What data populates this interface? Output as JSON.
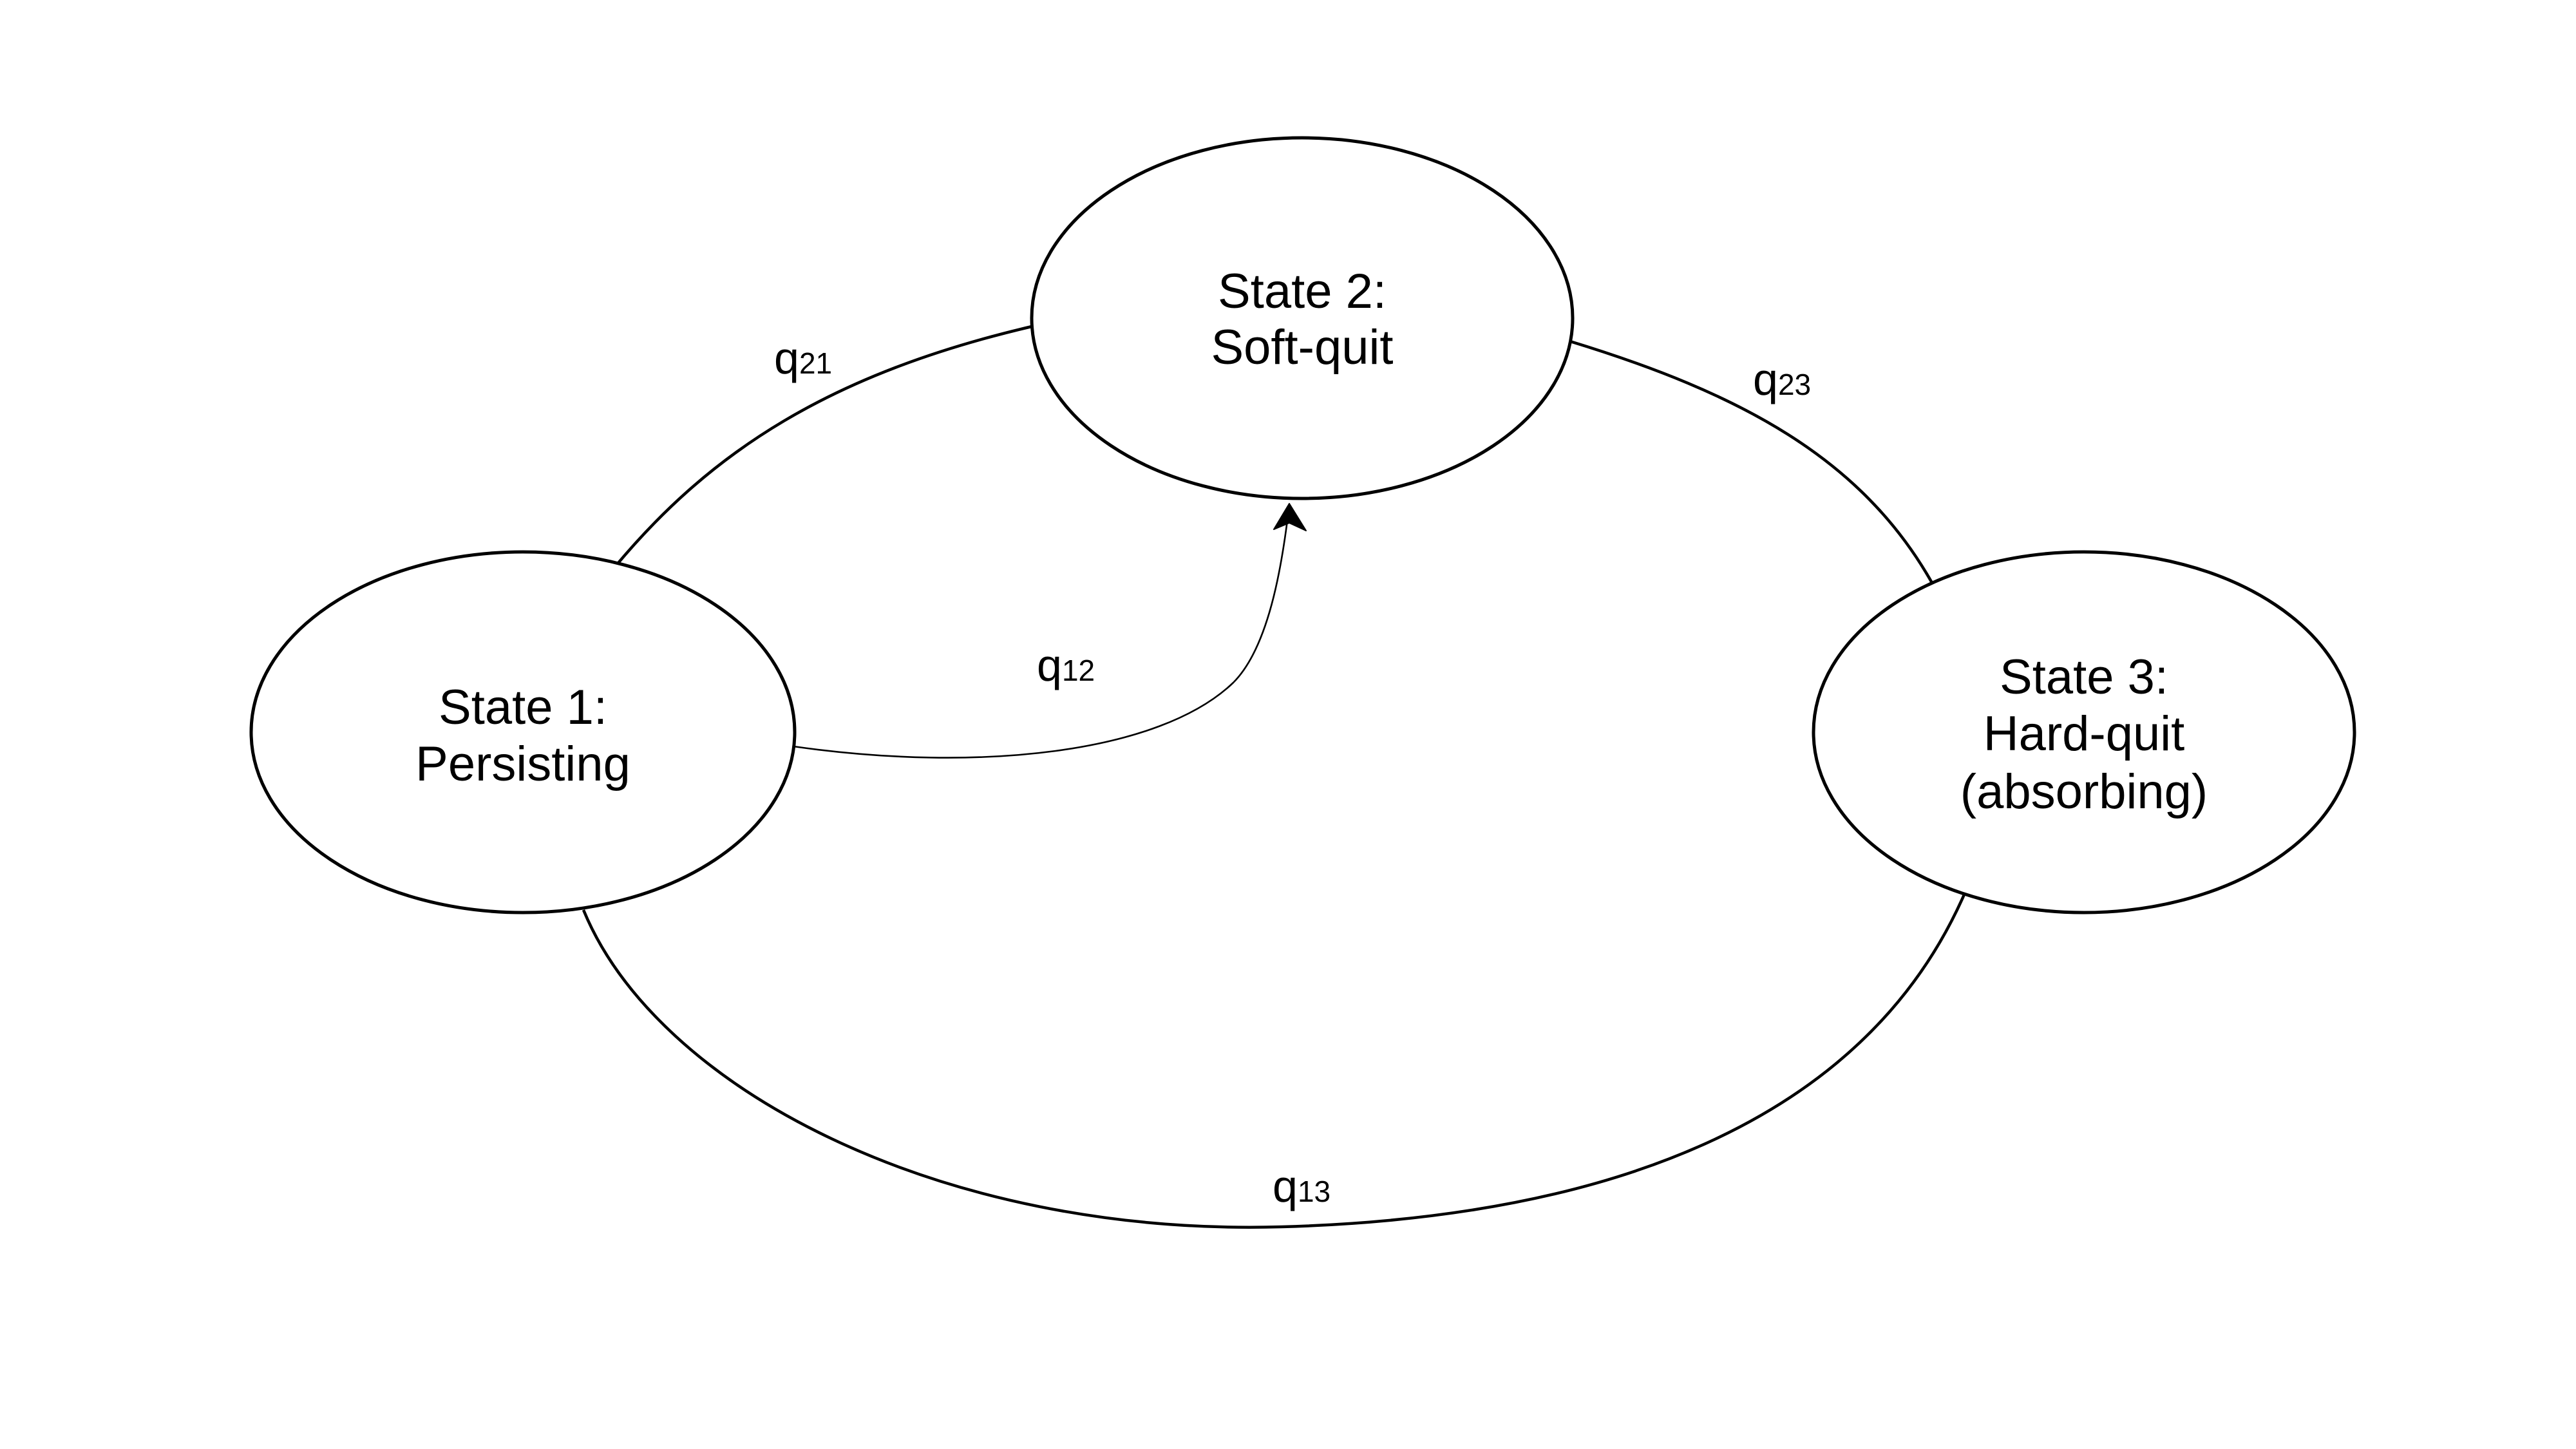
{
  "nodes": {
    "state1": {
      "line1": "State 1:",
      "line2": "Persisting"
    },
    "state2": {
      "line1": "State 2:",
      "line2": "Soft-quit"
    },
    "state3": {
      "line1": "State 3:",
      "line2": "Hard-quit",
      "line3": "(absorbing)"
    }
  },
  "edges": {
    "q21": {
      "symbol": "q",
      "subscript": "21",
      "from": "State 2",
      "to": "State 1"
    },
    "q23": {
      "symbol": "q",
      "subscript": "23",
      "from": "State 2",
      "to": "State 3"
    },
    "q12": {
      "symbol": "q",
      "subscript": "12",
      "from": "State 1",
      "to": "State 2",
      "arrow": true
    },
    "q13": {
      "symbol": "q",
      "subscript": "13",
      "from": "State 1",
      "to": "State 3"
    }
  },
  "colors": {
    "stroke": "#000000",
    "background": "#ffffff"
  }
}
